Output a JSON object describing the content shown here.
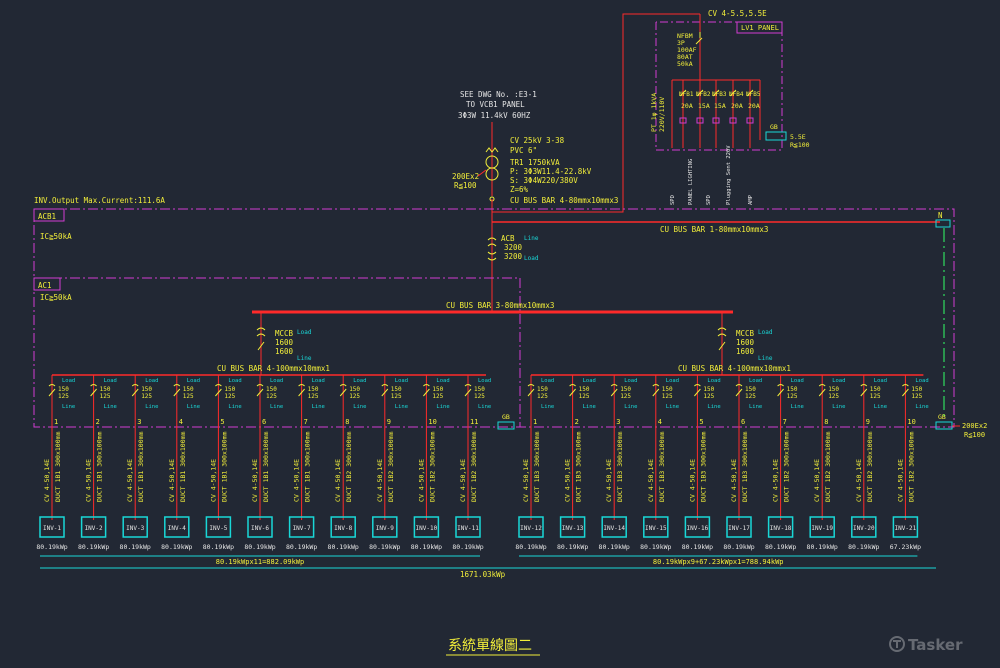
{
  "header": {
    "ref1": "SEE DWG No. :E3-1",
    "ref2": "TO VCB1 PANEL",
    "ref3": "3Φ3W 11.4kV 60HZ",
    "cable_in": "CV 25kV 3-38",
    "pvc": "PVC 6\"",
    "tr_name": "TR1 1750kVA",
    "tr_p": "P: 3Φ3W11.4-22.8kV",
    "tr_s": "S: 3Φ4W220/380V",
    "tr_z": "Z=6%",
    "ground": "200Ex2",
    "ground_r": "R≦100",
    "bus4": "CU BUS BAR 4-80mmx10mmx3",
    "inv_max": "INV.Output Max.Current:111.6A"
  },
  "lv1": {
    "cable_top": "CV 4-5.5,5.5E",
    "panel": "LV1 PANEL",
    "nfbm": [
      "NFBM",
      "3P",
      "100AF",
      "80AT",
      "50kA"
    ],
    "pt": [
      "PT 1φ 1kVA",
      "220V/110V"
    ],
    "branches": [
      {
        "name": "NFB1",
        "rating": "20A"
      },
      {
        "name": "NFB2",
        "rating": "15A"
      },
      {
        "name": "NFB3",
        "rating": "15A"
      },
      {
        "name": "NFB4",
        "rating": "20A"
      },
      {
        "name": "NFB5",
        "rating": "20A"
      }
    ],
    "loads": [
      "SPD",
      "PANEL LIGHTING",
      "SPD",
      "Plugging Sent 220V",
      "AMP"
    ],
    "gb": "GB",
    "gb_cable": "5.5E",
    "gb_r": "R≦100"
  },
  "acb1": {
    "label": "ACB1",
    "ic": "IC≧50kA",
    "acb_name": "ACB",
    "acb_r1": "3200",
    "acb_r2": "3200",
    "line": "Line",
    "load": "Load",
    "bus1": "CU BUS BAR 1-80mmx10mmx3",
    "n": "N"
  },
  "ac1": {
    "label": "AC1",
    "ic": "IC≧50kA",
    "bus3": "CU BUS BAR 3-80mmx10mmx3"
  },
  "groups": [
    {
      "mccb": "MCCB",
      "r1": "1600",
      "r2": "1600",
      "load": "Load",
      "line": "Line",
      "bus": "CU BUS BAR 4-100mmx10mmx1",
      "feeders": [
        {
          "num": "1",
          "cable": "CV 4-50,14E",
          "duct": "DUCT 1B1 300x100mm",
          "inv": "INV-1",
          "kwp": "80.19kWp"
        },
        {
          "num": "2",
          "cable": "CV 4-50,14E",
          "duct": "DUCT 1B1 300x100mm",
          "inv": "INV-2",
          "kwp": "80.19kWp"
        },
        {
          "num": "3",
          "cable": "CV 4-50,14E",
          "duct": "DUCT 1B1 300x100mm",
          "inv": "INV-3",
          "kwp": "80.19kWp"
        },
        {
          "num": "4",
          "cable": "CV 4-50,14E",
          "duct": "DUCT 1B1 300x100mm",
          "inv": "INV-4",
          "kwp": "80.19kWp"
        },
        {
          "num": "5",
          "cable": "CV 4-50,14E",
          "duct": "DUCT 1B1 300x100mm",
          "inv": "INV-5",
          "kwp": "80.19kWp"
        },
        {
          "num": "6",
          "cable": "CV 4-50,14E",
          "duct": "DUCT 1B1 300x100mm",
          "inv": "INV-6",
          "kwp": "80.19kWp"
        },
        {
          "num": "7",
          "cable": "CV 4-50,14E",
          "duct": "DUCT 1B1 300x100mm",
          "inv": "INV-7",
          "kwp": "80.19kWp"
        },
        {
          "num": "8",
          "cable": "CV 4-50,14E",
          "duct": "DUCT 1B2 300x100mm",
          "inv": "INV-8",
          "kwp": "80.19kWp"
        },
        {
          "num": "9",
          "cable": "CV 4-50,14E",
          "duct": "DUCT 1B2 300x100mm",
          "inv": "INV-9",
          "kwp": "80.19kWp"
        },
        {
          "num": "10",
          "cable": "CV 4-50,14E",
          "duct": "DUCT 1B2 300x100mm",
          "inv": "INV-10",
          "kwp": "80.19kWp"
        },
        {
          "num": "11",
          "cable": "CV 4-50,14E",
          "duct": "DUCT 1B2 300x100mm",
          "inv": "INV-11",
          "kwp": "80.19kWp"
        }
      ],
      "total": "80.19kWpx11=882.09kWp"
    },
    {
      "mccb": "MCCB",
      "r1": "1600",
      "r2": "1600",
      "load": "Load",
      "line": "Line",
      "bus": "CU BUS BAR 4-100mmx10mmx1",
      "feeders": [
        {
          "num": "1",
          "cable": "CV 4-50,14E",
          "duct": "DUCT 1B3 300x100mm",
          "inv": "INV-12",
          "kwp": "80.19kWp"
        },
        {
          "num": "2",
          "cable": "CV 4-50,14E",
          "duct": "DUCT 1B3 300x100mm",
          "inv": "INV-13",
          "kwp": "80.19kWp"
        },
        {
          "num": "3",
          "cable": "CV 4-50,14E",
          "duct": "DUCT 1B3 300x100mm",
          "inv": "INV-14",
          "kwp": "80.19kWp"
        },
        {
          "num": "4",
          "cable": "CV 4-50,14E",
          "duct": "DUCT 1B3 300x100mm",
          "inv": "INV-15",
          "kwp": "80.19kWp"
        },
        {
          "num": "5",
          "cable": "CV 4-50,14E",
          "duct": "DUCT 1B3 300x100mm",
          "inv": "INV-16",
          "kwp": "80.19kWp"
        },
        {
          "num": "6",
          "cable": "CV 4-50,14E",
          "duct": "DUCT 1B3 300x100mm",
          "inv": "INV-17",
          "kwp": "80.19kWp"
        },
        {
          "num": "7",
          "cable": "CV 4-50,14E",
          "duct": "DUCT 1B2 300x100mm",
          "inv": "INV-18",
          "kwp": "80.19kWp"
        },
        {
          "num": "8",
          "cable": "CV 4-50,14E",
          "duct": "DUCT 1B2 300x100mm",
          "inv": "INV-19",
          "kwp": "80.19kWp"
        },
        {
          "num": "9",
          "cable": "CV 4-50,14E",
          "duct": "DUCT 1B2 300x100mm",
          "inv": "INV-20",
          "kwp": "80.19kWp"
        },
        {
          "num": "10",
          "cable": "CV 4-50,14E",
          "duct": "DUCT 1B2 300x100mm",
          "inv": "INV-21",
          "kwp": "67.23kWp"
        }
      ],
      "total": "80.19kWpx9+67.23kWpx1=788.94kWp"
    }
  ],
  "breaker": {
    "load": "Load",
    "r1": "150",
    "r2": "125",
    "line": "Line"
  },
  "gb_right": {
    "label": "GB",
    "cable": "200Ex2",
    "r": "R≦100"
  },
  "gb_left": "GB",
  "grand_total": "1671.03kWp",
  "title": "系統單線圖二",
  "logo": "Tasker",
  "colors": {
    "bg": "#222834",
    "red": "#ff2a2a",
    "yellow": "#f2ee3a",
    "cyan": "#19d7d7",
    "magenta": "#d23cd2",
    "green": "#33ff66",
    "white": "#e6e6e6"
  }
}
